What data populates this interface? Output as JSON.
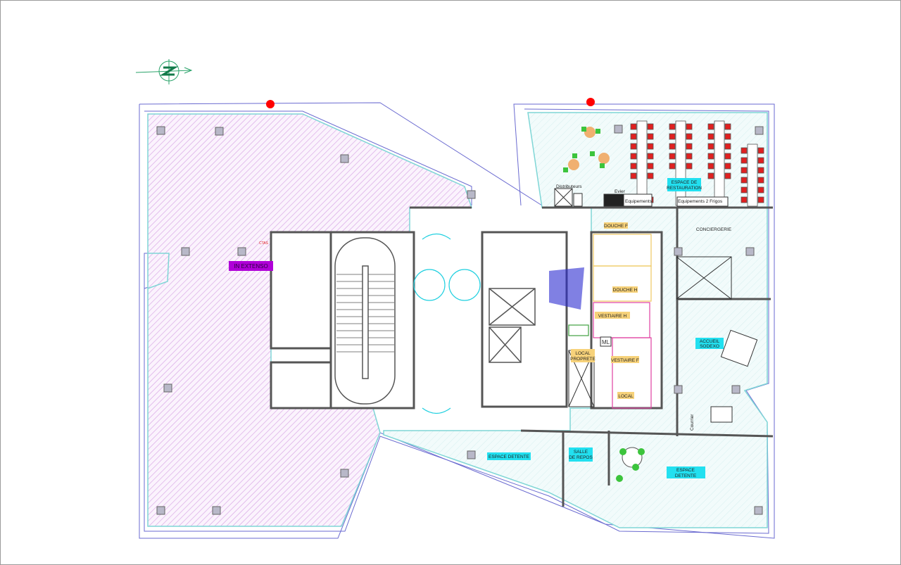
{
  "colors": {
    "wall": "#555555",
    "facade": "#6a6ad0",
    "glass": "#7fd6d6",
    "extenso_hatch": "#d9a9e6",
    "extenso_tag": "#b000d8",
    "cyan_tag": "#22e0f0",
    "yellow_tag": "#f7d27a",
    "chair_red": "#e02020",
    "plant_green": "#3cc43c",
    "marker_red": "#ff0000"
  },
  "compass": {
    "icon": "north-arrow-icon",
    "letter": "N"
  },
  "rooms": {
    "in_extenso": "IN EXTENSO",
    "ctas": "CTAS",
    "restauration": [
      "ESPACE DE",
      "RESTAURATION"
    ],
    "distributeurs": "Distributeurs",
    "evier": "Evier",
    "equipements": "Equipements",
    "equipements_frigos": "Equipements 2 Frigos",
    "douche_f": "DOUCHE F",
    "douche_h": "DOUCHE H",
    "vestiaire_h": "VESTIAIRE H",
    "vestiaire_f": "VESTIAIRE F",
    "local_proprete": [
      "LOCAL",
      "PROPRETE"
    ],
    "ml": "ML",
    "local": "LOCAL",
    "conciergerie": "CONCIERGERIE",
    "accueil": [
      "ACCUEIL",
      "SODEXO"
    ],
    "courrier": "Courrier",
    "espace_detente_left": "ESPACE DETENTE",
    "salle_repos": [
      "SALLE",
      "DE REPOS"
    ],
    "espace_detente_right": [
      "ESPACE",
      "DETENTE"
    ]
  }
}
